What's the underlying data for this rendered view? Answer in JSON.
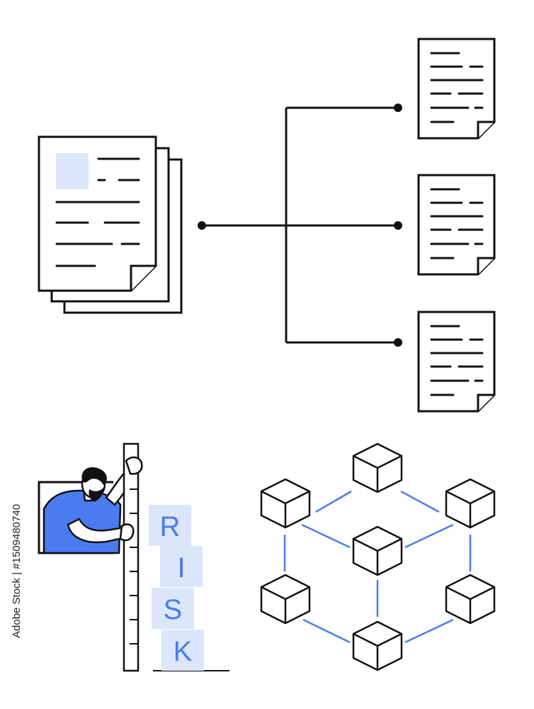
{
  "colors": {
    "ink": "#111111",
    "accent": "#4a7cf0",
    "accent_light": "#dce6fb",
    "paper": "#ffffff",
    "skin": "#ffffff"
  },
  "risk_blocks": {
    "letters": [
      "R",
      "I",
      "S",
      "K"
    ]
  },
  "stock_id": "Adobe Stock | #1509480740",
  "watermark_logo": "Adobe Stock"
}
